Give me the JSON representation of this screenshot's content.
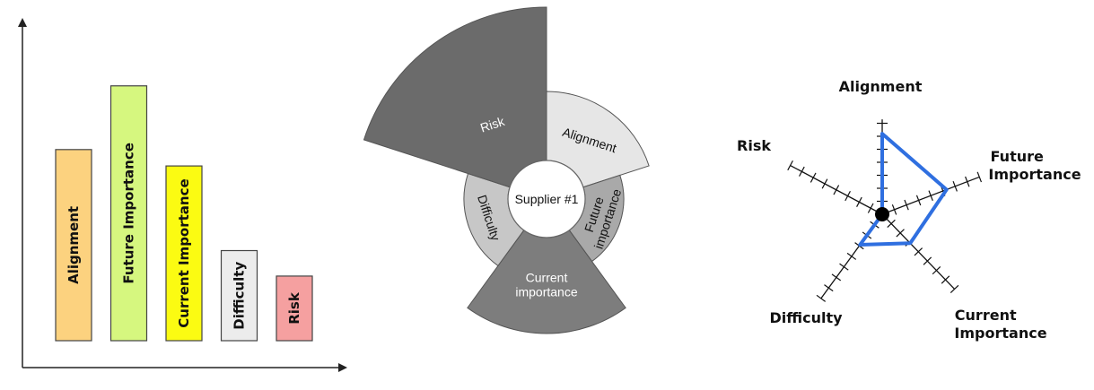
{
  "chart_data": [
    {
      "type": "bar",
      "categories": [
        "Alignment",
        "Future Importance",
        "Current Importance",
        "Difficulty",
        "Risk"
      ],
      "values": [
        210,
        280,
        192,
        99,
        71
      ],
      "colors": [
        "#fcd27f",
        "#d6f77f",
        "#fbfb12",
        "#ececec",
        "#f5a0a0"
      ],
      "ylim": [
        0,
        330
      ]
    },
    {
      "type": "pie",
      "center_label": "Supplier #1",
      "categories": [
        "Alignment",
        "Future importance",
        "Current importance",
        "Difficulty",
        "Risk"
      ],
      "values": [
        120,
        86,
        150,
        92,
        214
      ],
      "colors": [
        "#e6e6e6",
        "#a9a9a9",
        "#7d7d7d",
        "#c7c7c7",
        "#6b6b6b"
      ]
    },
    {
      "type": "radar",
      "categories": [
        "Alignment",
        "Future Importance",
        "Current Importance",
        "Difficulty",
        "Risk"
      ],
      "values": [
        6.2,
        5.3,
        3.1,
        2.9,
        0
      ],
      "rmax": 8,
      "series_color": "#2f6fe0"
    }
  ]
}
